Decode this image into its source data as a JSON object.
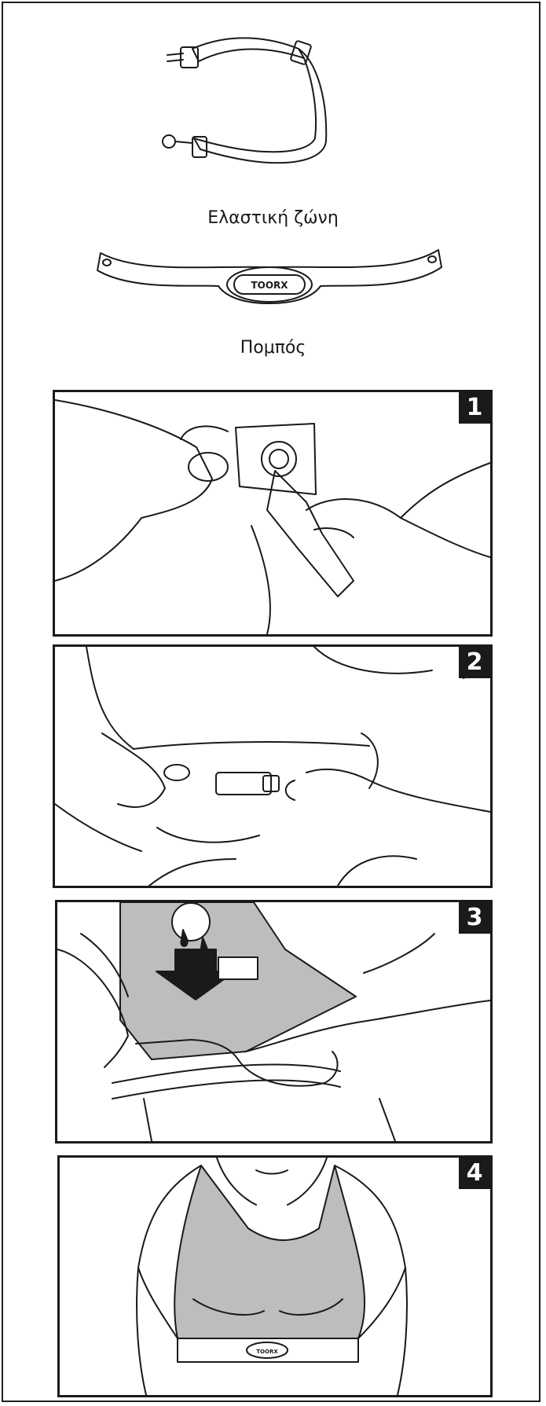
{
  "items": {
    "elastic_strap": {
      "caption": "Ελαστική ζώνη"
    },
    "transmitter": {
      "caption": "Πομπός",
      "logo": "TOORX"
    }
  },
  "steps": [
    {
      "number": "1"
    },
    {
      "number": "2"
    },
    {
      "number": "3"
    },
    {
      "number": "4"
    }
  ],
  "colors": {
    "line": "#1a1a1a",
    "shade": "#bdbdbd",
    "badge": "#1a1a1a"
  }
}
